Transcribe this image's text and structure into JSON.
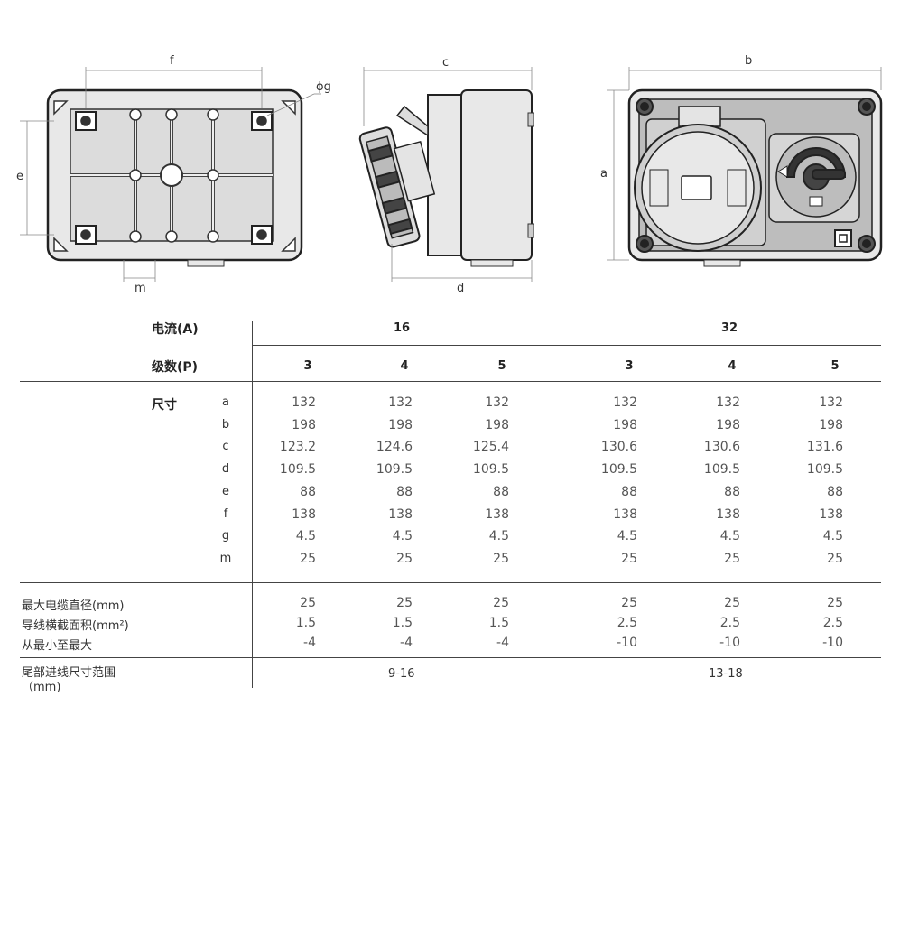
{
  "drawing": {
    "dims": {
      "f": "f",
      "g": "ϕg",
      "e": "e",
      "m": "m",
      "c": "c",
      "d": "d",
      "b": "b",
      "a": "a"
    }
  },
  "table": {
    "current_label": "电流(A)",
    "poles_label": "级数(P)",
    "current_groups": [
      "16",
      "32"
    ],
    "poles": [
      "3",
      "4",
      "5",
      "3",
      "4",
      "5"
    ],
    "size_label": "尺寸",
    "size_rows": [
      {
        "key": "a",
        "values": [
          "132",
          "132",
          "132",
          "132",
          "132",
          "132"
        ]
      },
      {
        "key": "b",
        "values": [
          "198",
          "198",
          "198",
          "198",
          "198",
          "198"
        ]
      },
      {
        "key": "c",
        "values": [
          "123.2",
          "124.6",
          "125.4",
          "130.6",
          "130.6",
          "131.6"
        ]
      },
      {
        "key": "d",
        "values": [
          "109.5",
          "109.5",
          "109.5",
          "109.5",
          "109.5",
          "109.5"
        ]
      },
      {
        "key": "e",
        "values": [
          "88",
          "88",
          "88",
          "88",
          "88",
          "88"
        ]
      },
      {
        "key": "f",
        "values": [
          "138",
          "138",
          "138",
          "138",
          "138",
          "138"
        ]
      },
      {
        "key": "g",
        "values": [
          "4.5",
          "4.5",
          "4.5",
          "4.5",
          "4.5",
          "4.5"
        ]
      },
      {
        "key": "m",
        "values": [
          "25",
          "25",
          "25",
          "25",
          "25",
          "25"
        ]
      }
    ],
    "cable_rows": [
      {
        "label": "最大电缆直径(mm)",
        "values": [
          "25",
          "25",
          "25",
          "25",
          "25",
          "25"
        ]
      },
      {
        "label": "导线横截面积(mm²)",
        "values": [
          "1.5",
          "1.5",
          "1.5",
          "2.5",
          "2.5",
          "2.5"
        ]
      },
      {
        "label": "从最小至最大",
        "values": [
          "-4",
          "-4",
          "-4",
          "-10",
          "-10",
          "-10"
        ]
      }
    ],
    "tail_label_1": "尾部进线尺寸范围",
    "tail_label_2": "（mm)",
    "tail_values": [
      "9-16",
      "13-18"
    ]
  }
}
